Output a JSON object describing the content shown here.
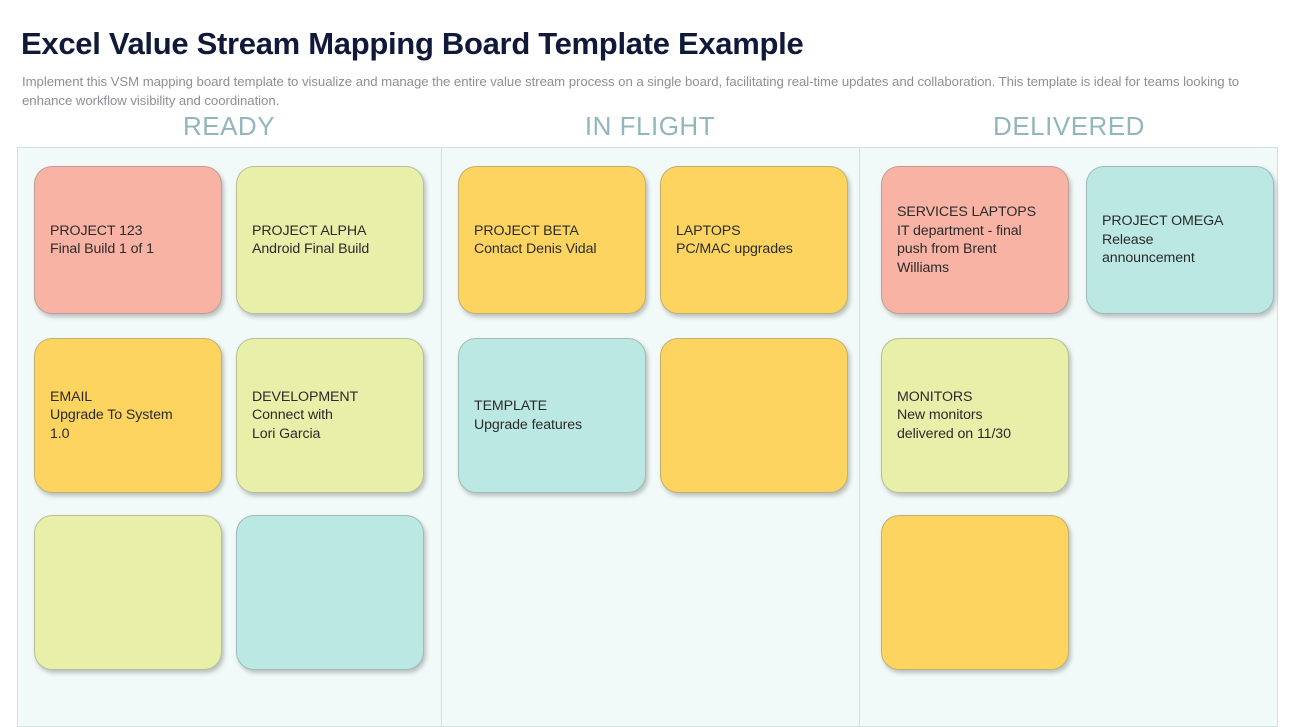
{
  "header": {
    "title": "Excel Value Stream Mapping Board Template Example",
    "subtitle": "Implement this VSM mapping board template to visualize and manage the entire value stream process on a single board, facilitating real-time updates and collaboration. This template is ideal for teams looking to enhance workflow visibility and coordination."
  },
  "colors": {
    "title": "#10193A",
    "subtitle": "#8C8F94",
    "column_header": "#92B6BE",
    "board_background": "#F2FAF9",
    "board_border": "#CFE3E2",
    "card_salmon": "#F9B3A4",
    "card_lime": "#E8EFA8",
    "card_gold": "#FCD45F",
    "card_teal": "#BCE8E3",
    "card_text": "#2B2B2B"
  },
  "board": {
    "columns": [
      {
        "id": "ready",
        "header": "READY",
        "cards": [
          {
            "slot": "a",
            "row": 1,
            "color": "#F9B3A4",
            "text": "PROJECT 123\nFinal Build 1 of 1"
          },
          {
            "slot": "b",
            "row": 1,
            "color": "#E8EFA8",
            "text": "PROJECT ALPHA\nAndroid Final Build"
          },
          {
            "slot": "a",
            "row": 2,
            "color": "#FCD45F",
            "text": "EMAIL\nUpgrade To System\n1.0"
          },
          {
            "slot": "b",
            "row": 2,
            "color": "#E8EFA8",
            "text": "DEVELOPMENT\nConnect with\nLori Garcia"
          },
          {
            "slot": "a",
            "row": 3,
            "color": "#E8EFA8",
            "text": ""
          },
          {
            "slot": "b",
            "row": 3,
            "color": "#BCE8E3",
            "text": ""
          }
        ]
      },
      {
        "id": "in-flight",
        "header": "IN FLIGHT",
        "cards": [
          {
            "slot": "a",
            "row": 1,
            "color": "#FCD45F",
            "text": "PROJECT BETA\nContact Denis Vidal"
          },
          {
            "slot": "b",
            "row": 1,
            "color": "#FCD45F",
            "text": "LAPTOPS\nPC/MAC upgrades"
          },
          {
            "slot": "a",
            "row": 2,
            "color": "#BCE8E3",
            "text": "TEMPLATE\nUpgrade features"
          },
          {
            "slot": "b",
            "row": 2,
            "color": "#FCD45F",
            "text": ""
          }
        ]
      },
      {
        "id": "delivered",
        "header": "DELIVERED",
        "cards": [
          {
            "slot": "a",
            "row": 1,
            "color": "#F9B3A4",
            "text": "SERVICES LAPTOPS\nIT department - final\npush from Brent\nWilliams"
          },
          {
            "slot": "b",
            "row": 1,
            "color": "#BCE8E3",
            "text": "PROJECT OMEGA\nRelease\nannouncement"
          },
          {
            "slot": "a",
            "row": 2,
            "color": "#E8EFA8",
            "text": "MONITORS\nNew monitors\ndelivered on 11/30"
          },
          {
            "slot": "a",
            "row": 3,
            "color": "#FCD45F",
            "text": ""
          }
        ]
      }
    ]
  }
}
